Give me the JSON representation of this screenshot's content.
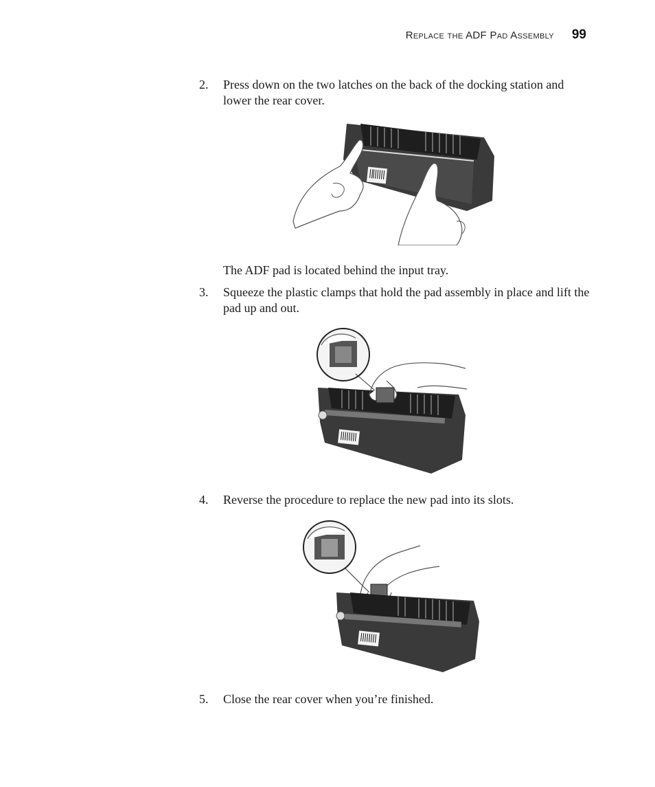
{
  "header": {
    "title": "Replace the ADF Pad Assembly",
    "page_number": "99"
  },
  "steps": [
    {
      "number": "2.",
      "text": "Press down on the two latches on the back of the docking station and lower the rear cover."
    },
    {
      "number": "3.",
      "text": "Squeeze the plastic clamps that hold the pad assembly in place and lift the pad up and out."
    },
    {
      "number": "4.",
      "text": "Reverse the procedure to replace the new pad into its slots."
    },
    {
      "number": "5.",
      "text": "Close the rear cover when you’re finished."
    }
  ],
  "note": "The ADF pad is located behind the input tray.",
  "colors": {
    "device_body": "#3a3a3a",
    "device_dark": "#1e1e1e",
    "device_light": "#6a6a6a",
    "hand_outline": "#555555"
  }
}
